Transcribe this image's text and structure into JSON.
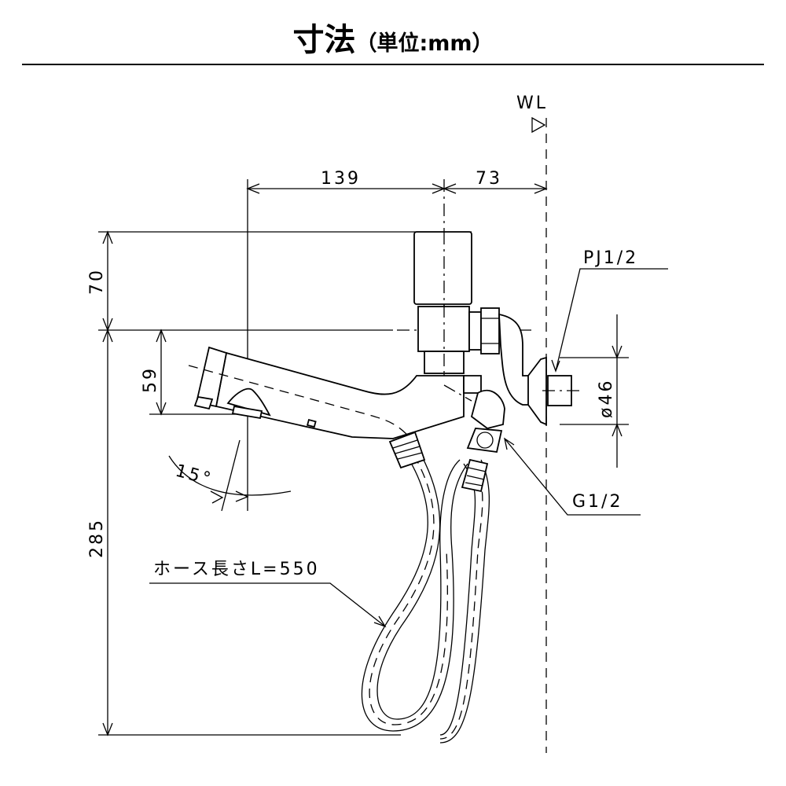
{
  "title": {
    "main": "寸法",
    "unit": "（単位:mm）"
  },
  "labels": {
    "water_level": "WL",
    "dim_139": "139",
    "dim_73": "73",
    "dim_70": "70",
    "dim_59": "59",
    "dim_285": "285",
    "dim_46": "ø46",
    "angle": "15°",
    "pj": "PJ1/2",
    "g": "G1/2",
    "hose": "ホース長さL=550"
  }
}
